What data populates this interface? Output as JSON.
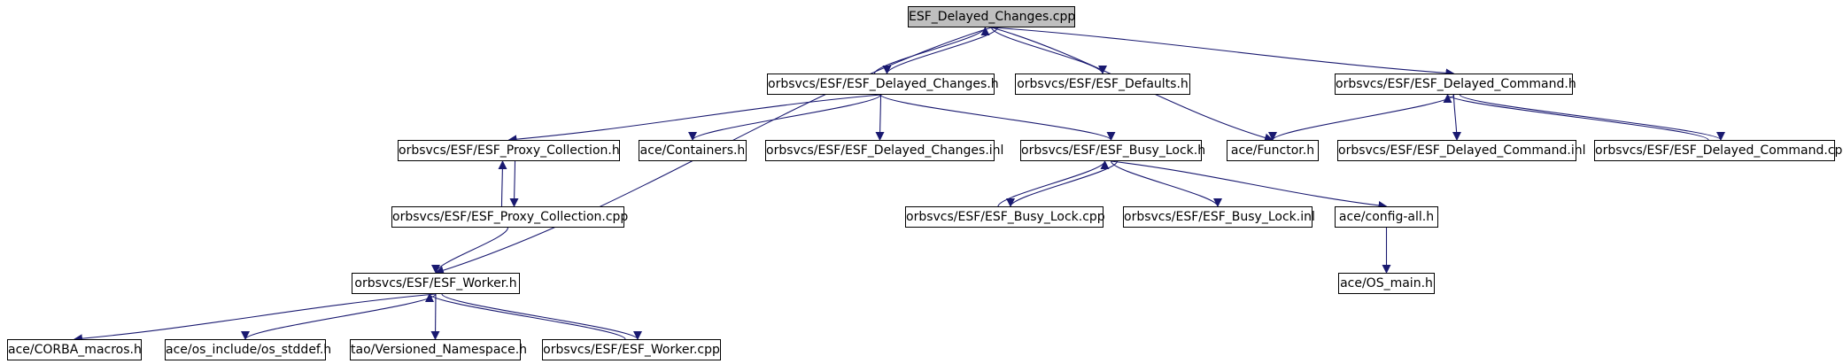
{
  "diagram": {
    "nodes": {
      "root": "ESF_Delayed_Changes.cpp",
      "esf_delayed_changes_h": "orbsvcs/ESF/ESF_Delayed_Changes.h",
      "esf_defaults_h": "orbsvcs/ESF/ESF_Defaults.h",
      "esf_delayed_command_h": "orbsvcs/ESF/ESF_Delayed_Command.h",
      "esf_proxy_collection_h": "orbsvcs/ESF/ESF_Proxy_Collection.h",
      "containers_h": "ace/Containers.h",
      "esf_delayed_changes_inl": "orbsvcs/ESF/ESF_Delayed_Changes.inl",
      "esf_busy_lock_h": "orbsvcs/ESF/ESF_Busy_Lock.h",
      "functor_h": "ace/Functor.h",
      "esf_delayed_command_inl": "orbsvcs/ESF/ESF_Delayed_Command.inl",
      "esf_delayed_command_cpp": "orbsvcs/ESF/ESF_Delayed_Command.cpp",
      "esf_proxy_collection_cpp": "orbsvcs/ESF/ESF_Proxy_Collection.cpp",
      "esf_busy_lock_cpp": "orbsvcs/ESF/ESF_Busy_Lock.cpp",
      "esf_busy_lock_inl": "orbsvcs/ESF/ESF_Busy_Lock.inl",
      "config_all_h": "ace/config-all.h",
      "esf_worker_h": "orbsvcs/ESF/ESF_Worker.h",
      "os_main_h": "ace/OS_main.h",
      "corba_macros_h": "ace/CORBA_macros.h",
      "os_stddef_h": "ace/os_include/os_stddef.h",
      "versioned_namespace_h": "tao/Versioned_Namespace.h",
      "esf_worker_cpp": "orbsvcs/ESF/ESF_Worker.cpp"
    },
    "edges": [
      [
        "root",
        "esf_delayed_changes_h"
      ],
      [
        "esf_delayed_changes_h",
        "root"
      ],
      [
        "root",
        "esf_defaults_h"
      ],
      [
        "root",
        "esf_delayed_command_h"
      ],
      [
        "root",
        "functor_h"
      ],
      [
        "root",
        "esf_worker_h"
      ],
      [
        "esf_delayed_changes_h",
        "esf_proxy_collection_h"
      ],
      [
        "esf_delayed_changes_h",
        "containers_h"
      ],
      [
        "esf_delayed_changes_h",
        "esf_delayed_changes_inl"
      ],
      [
        "esf_delayed_changes_h",
        "esf_busy_lock_h"
      ],
      [
        "esf_delayed_command_h",
        "functor_h"
      ],
      [
        "esf_delayed_command_h",
        "esf_delayed_command_inl"
      ],
      [
        "esf_delayed_command_h",
        "esf_delayed_command_cpp"
      ],
      [
        "esf_delayed_command_cpp",
        "esf_delayed_command_h"
      ],
      [
        "esf_proxy_collection_h",
        "esf_proxy_collection_cpp"
      ],
      [
        "esf_proxy_collection_cpp",
        "esf_proxy_collection_h"
      ],
      [
        "esf_proxy_collection_cpp",
        "esf_worker_h"
      ],
      [
        "esf_busy_lock_h",
        "esf_busy_lock_cpp"
      ],
      [
        "esf_busy_lock_cpp",
        "esf_busy_lock_h"
      ],
      [
        "esf_busy_lock_h",
        "esf_busy_lock_inl"
      ],
      [
        "esf_busy_lock_h",
        "config_all_h"
      ],
      [
        "config_all_h",
        "os_main_h"
      ],
      [
        "esf_worker_h",
        "corba_macros_h"
      ],
      [
        "esf_worker_h",
        "os_stddef_h"
      ],
      [
        "esf_worker_h",
        "versioned_namespace_h"
      ],
      [
        "esf_worker_h",
        "esf_worker_cpp"
      ],
      [
        "esf_worker_cpp",
        "esf_worker_h"
      ]
    ],
    "colors": {
      "edge": "#191970",
      "node_border": "#000000",
      "root_fill": "#bfbfbf",
      "node_fill": "#ffffff"
    }
  }
}
